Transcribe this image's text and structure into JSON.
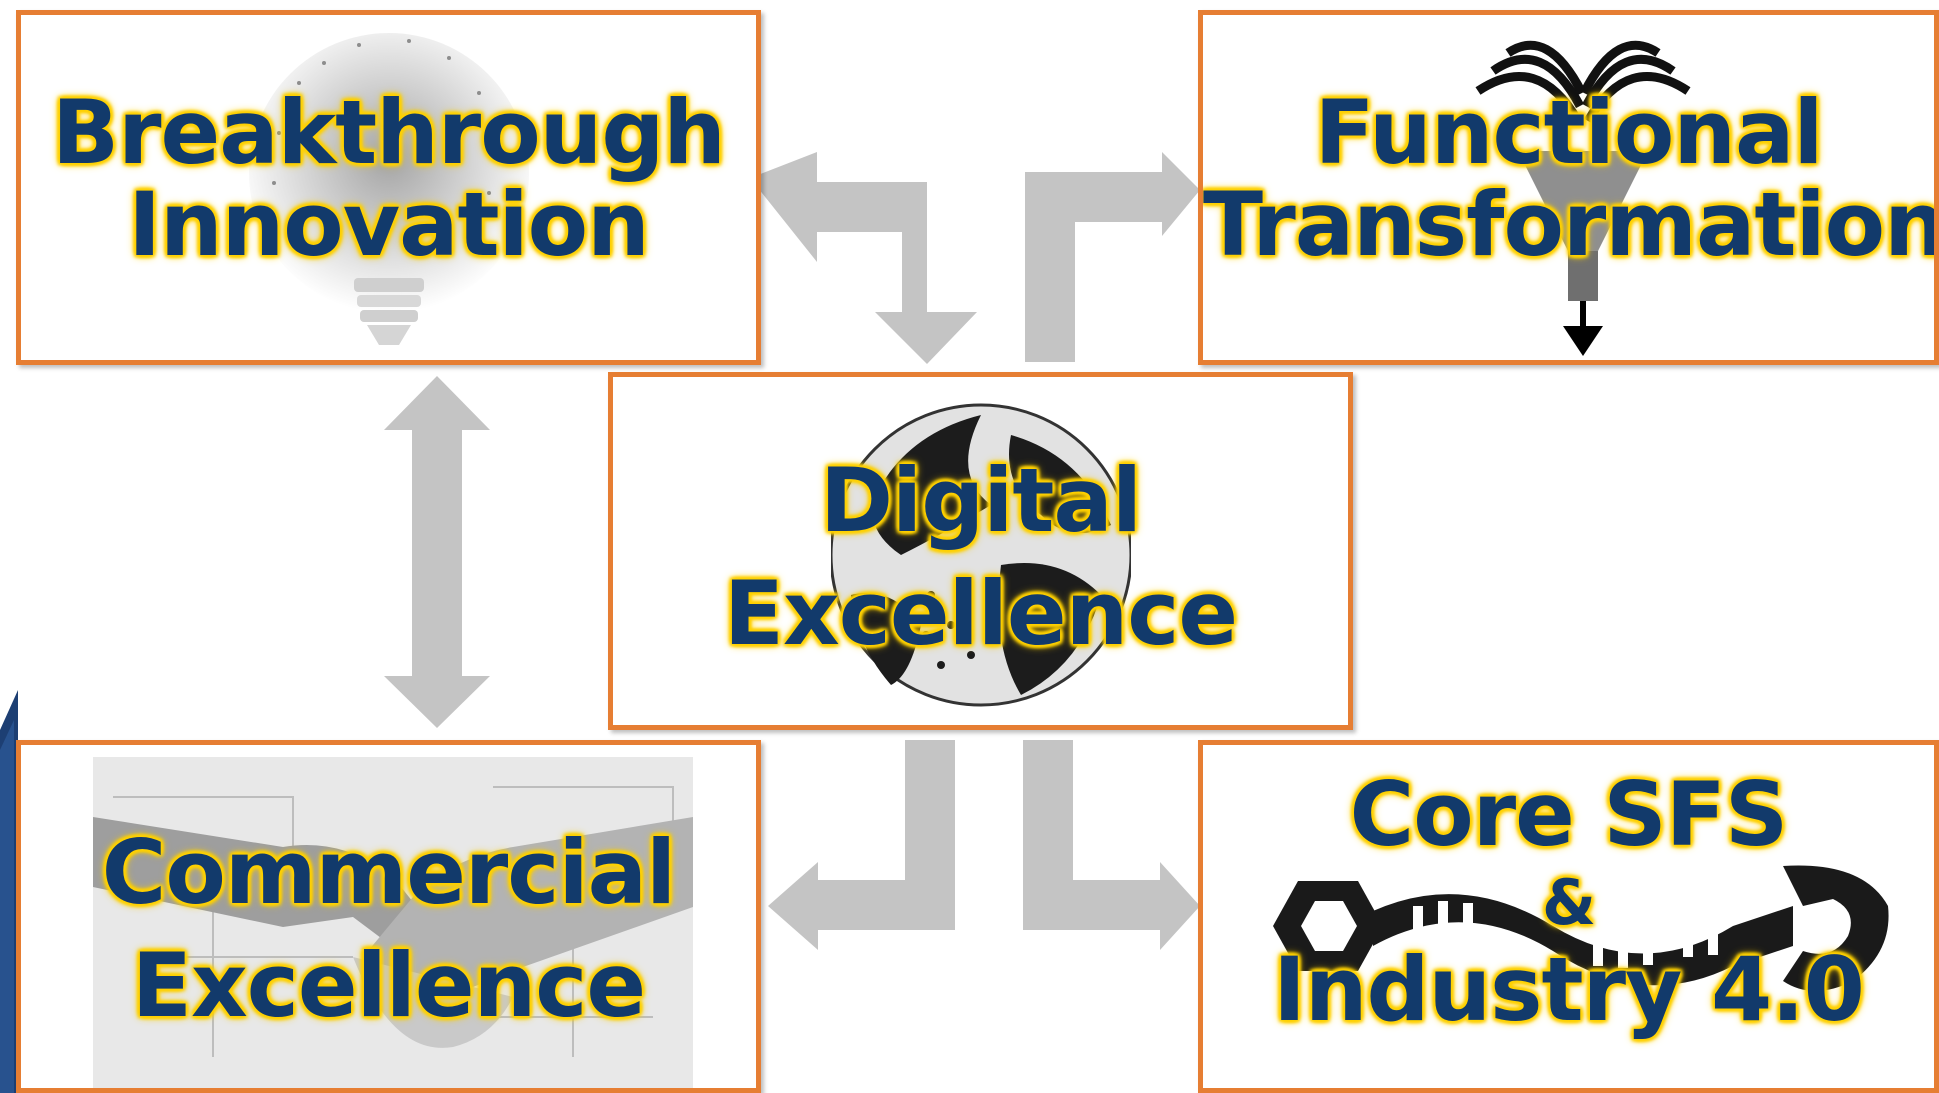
{
  "nodes": {
    "breakthrough": {
      "line1": "Breakthrough",
      "line2": "Innovation",
      "icon": "lightbulb-icon"
    },
    "functional": {
      "line1": "Functional",
      "line2": "Transformation",
      "icon": "funnel-icon"
    },
    "digital": {
      "line1": "Digital",
      "line2": "Excellence",
      "icon": "globe-icon"
    },
    "commercial": {
      "line1": "Commercial",
      "line2": "Excellence",
      "icon": "handshake-icon"
    },
    "core": {
      "line1": "Core SFS",
      "line2": "&",
      "line3": "Industry 4.0",
      "icon": "dna-wrench-icon"
    }
  },
  "colors": {
    "box_border": "#e67e33",
    "label_text": "#123a6b",
    "label_glow": "#ffd200",
    "arrow": "#c4c4c4"
  }
}
